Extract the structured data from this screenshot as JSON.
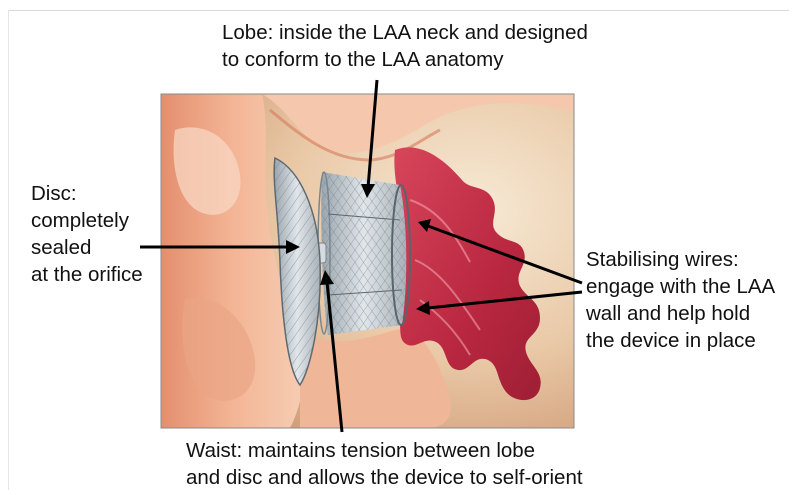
{
  "labels": {
    "lobe": [
      "Lobe: inside the LAA neck and designed",
      "to conform to  the  LAA anatomy"
    ],
    "disc": [
      "Disc:",
      "completely",
      "sealed",
      "at the orifice"
    ],
    "wires": [
      "Stabilising  wires:",
      "engage with the LAA",
      "wall and help hold",
      "the device in place"
    ],
    "waist": [
      "Waist: maintains tension between lobe",
      "and disc and allows the device to self-orient"
    ]
  },
  "colors": {
    "tissue_light": "#f3c7a8",
    "tissue_mid": "#e59d7d",
    "tissue_dark": "#c9654b",
    "laa_wall": "#c4314a",
    "device_mesh": "#b9c2c9",
    "arrow": "#000000"
  }
}
